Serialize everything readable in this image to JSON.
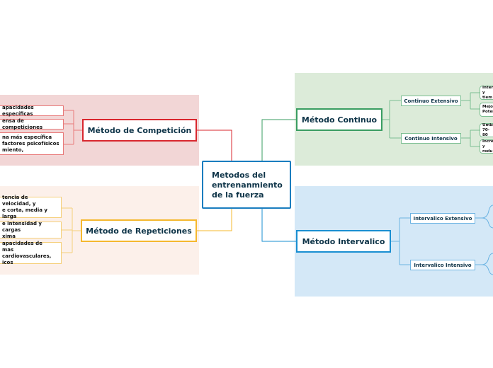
{
  "center": {
    "title": "Metodos del\nentrenanmiento\nde la fuerza"
  },
  "competicion": {
    "title": "Método de Competición",
    "items": [
      "apacidades específicas",
      "ensa de competiciones",
      "na más específica\nfactores psicofísicos\nmiento,"
    ]
  },
  "repeticiones": {
    "title": "Método de Repeticiones",
    "items": [
      "tencia de velocidad, y\ne corta, media y larga",
      "e intensidad y cargas\nxima",
      "apacidades de\nmas cardiovasculares,\nicos"
    ]
  },
  "continuo": {
    "title": "Método Continuo",
    "extensivo": {
      "title": "Continuo Extensivo",
      "items": [
        "Inten\ny tiem",
        "Mejor\nPoten"
      ]
    },
    "intensivo": {
      "title": "Continuo Intensivo",
      "items": [
        "Umbr\n70-80",
        "Increr\ny redu"
      ]
    }
  },
  "intervalico": {
    "title": "Método Intervalico",
    "extensivo": {
      "title": "Intervalico Extensivo"
    },
    "intensivo": {
      "title": "Intervalico Intensivo"
    }
  },
  "colors": {
    "red": "#d9272e",
    "orange": "#f5b82e",
    "green": "#3a9d62",
    "blue": "#1a8fd1",
    "red_bg": "#f2d6d6",
    "orange_bg": "#fcf0ea",
    "green_bg": "#dcebd9",
    "blue_bg": "#d4e8f7"
  }
}
